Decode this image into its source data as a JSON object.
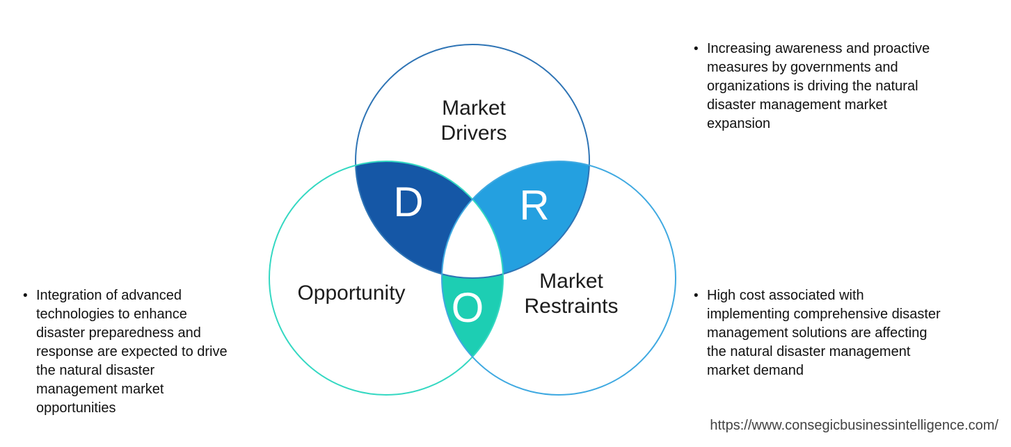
{
  "venn": {
    "drivers": {
      "label": [
        "Market",
        "Drivers"
      ],
      "letter": "D",
      "overlap_fill": "#1557A6",
      "outline_color": "#2E74B5"
    },
    "opportunity": {
      "label": [
        "Opportunity"
      ],
      "letter": "O",
      "overlap_fill": "#1DCEB3",
      "outline_color": "#34D8C2"
    },
    "restraints": {
      "label": [
        "Market",
        "Restraints"
      ],
      "letter": "R",
      "overlap_fill": "#24A0E0",
      "outline_color": "#3FA9E1"
    },
    "center_fill": "#FFFFFF",
    "letter_color": "#FFFFFF"
  },
  "notes": {
    "bullet_glyph": "•",
    "left": {
      "lines": [
        "Integration of advanced",
        "technologies to enhance",
        "disaster preparedness and",
        "response are expected to drive",
        "the natural disaster",
        "management market",
        "opportunities"
      ]
    },
    "top_right": {
      "lines": [
        "Increasing awareness and proactive",
        "measures by governments and",
        "organizations is driving the natural",
        "disaster management market",
        "expansion"
      ]
    },
    "bottom_right": {
      "lines": [
        "High cost associated with",
        "implementing comprehensive disaster",
        "management solutions are affecting",
        "the natural disaster management",
        "market demand"
      ]
    }
  },
  "source_url": "https://www.consegicbusinessintelligence.com/"
}
